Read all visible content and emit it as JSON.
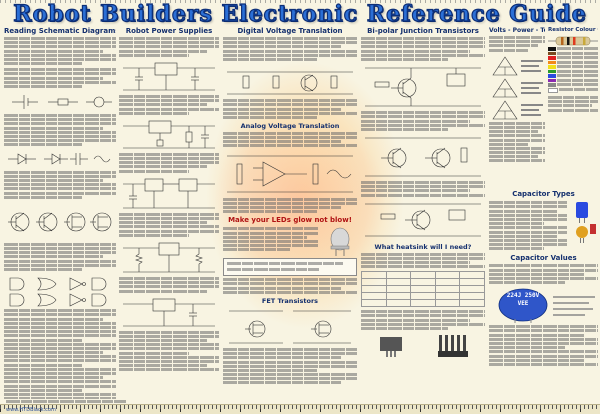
{
  "title": "Robot Builders Electronic Reference Guide",
  "columns": {
    "schematic": {
      "heading": "Reading Schematic Diagrams"
    },
    "power": {
      "heading": "Robot Power Supplies"
    },
    "digital": {
      "heading": "Digital Voltage Translation"
    },
    "analog": {
      "heading": "Analog Voltage Translation"
    },
    "leds": {
      "heading": "Make your LEDs glow not blow!"
    },
    "fet": {
      "heading": "FET Transistors"
    },
    "bjt": {
      "heading": "Bi-polar Junction Transistors"
    },
    "heatsink": {
      "heading": "What heatsink will I need?"
    },
    "volts": {
      "heading": "Volts - Power - Temperature"
    },
    "resistor": {
      "heading": "Resistor Colour Codes"
    },
    "capacitor_types": {
      "heading": "Capacitor Types"
    },
    "capacitor_values": {
      "heading": "Capacitor Values"
    }
  },
  "capacitor_label": {
    "value": "224J 250V",
    "marking": "VEE"
  },
  "footer": {
    "site": "www.HTDBlack.com"
  },
  "colors": {
    "title_fill": "#2b6fd6",
    "title_outline": "#0d2f78",
    "heading": "#15306e",
    "accent_red": "#b01313"
  }
}
